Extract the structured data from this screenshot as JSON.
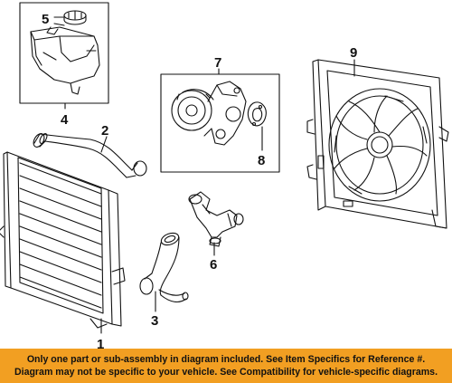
{
  "callouts": [
    "1",
    "2",
    "3",
    "4",
    "5",
    "6",
    "7",
    "8",
    "9"
  ],
  "banner": {
    "line1": "Only one part or sub-assembly in diagram included. See Item Specifics for Reference #.",
    "line2": "Diagram may not be specific to your vehicle. See Compatibility for vehicle-specific diagrams."
  },
  "colors": {
    "banner_bg": "#f29f22",
    "line": "#111111",
    "background": "#ffffff"
  }
}
